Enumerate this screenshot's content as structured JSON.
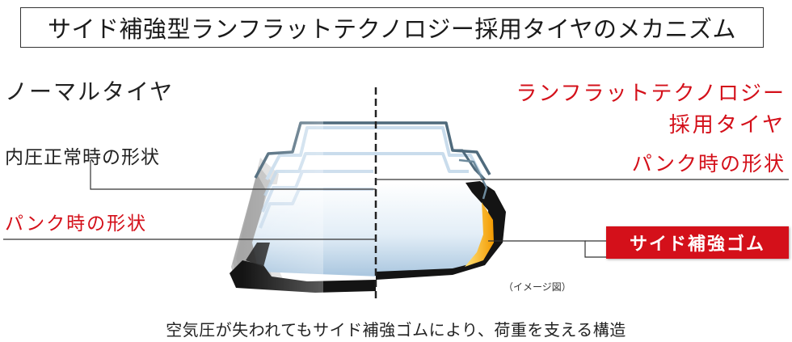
{
  "title": "サイド補強型ランフラットテクノロジー採用タイヤのメカニズム",
  "left": {
    "heading": "ノーマルタイヤ",
    "inflated_label": "内圧正常時の形状",
    "flat_label": "パンク時の形状"
  },
  "right": {
    "heading_line1": "ランフラットテクノロジー",
    "heading_line2": "採用タイヤ",
    "flat_label": "パンク時の形状",
    "reinforcement_badge": "サイド補強ゴム"
  },
  "image_note": "（イメージ図）",
  "caption": "空気圧が失われてもサイド補強ゴムにより、荷重を支える構造",
  "colors": {
    "accent_red": "#d4101a",
    "reinforcement_yellow": "#f7b500",
    "tire_black": "#141414",
    "wheel_blue_gray": "#5f7b8c"
  }
}
